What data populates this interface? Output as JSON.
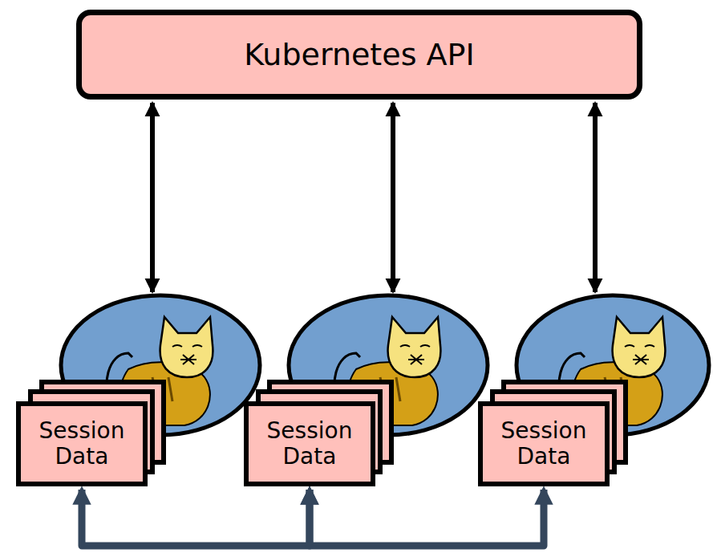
{
  "diagram": {
    "nodes": [
      {
        "text": [
          "Kubernetes API"
        ]
      },
      {
        "text": [
          "Session Data"
        ]
      },
      {
        "text": [
          "Session Data"
        ]
      },
      {
        "text": [
          "Session Data"
        ]
      }
    ],
    "edges": [
      {
        "from": 1,
        "to": 2,
        "arrow": "both"
      },
      {
        "from": 2,
        "to": 3,
        "arrow": "both"
      }
    ]
  }
}
